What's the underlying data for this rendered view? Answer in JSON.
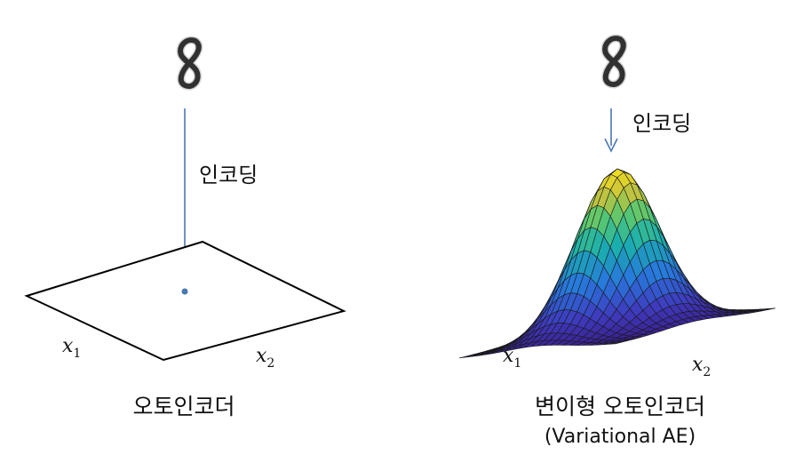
{
  "left": {
    "encode_label": "인코딩",
    "caption": "오토인코더",
    "axis_x1": "x",
    "axis_x1_sub": "1",
    "axis_x2": "x",
    "axis_x2_sub": "2"
  },
  "right": {
    "encode_label": "인코딩",
    "caption": "변이형 오토인코더",
    "subcaption": "(Variational  AE)",
    "axis_x1": "x",
    "axis_x1_sub": "1",
    "axis_x2": "x",
    "axis_x2_sub": "2"
  },
  "colors": {
    "arrow": "#4a78b0",
    "plane_stroke": "#000000",
    "surface_low": "#3b1f8c",
    "surface_high": "#f5e11e"
  }
}
